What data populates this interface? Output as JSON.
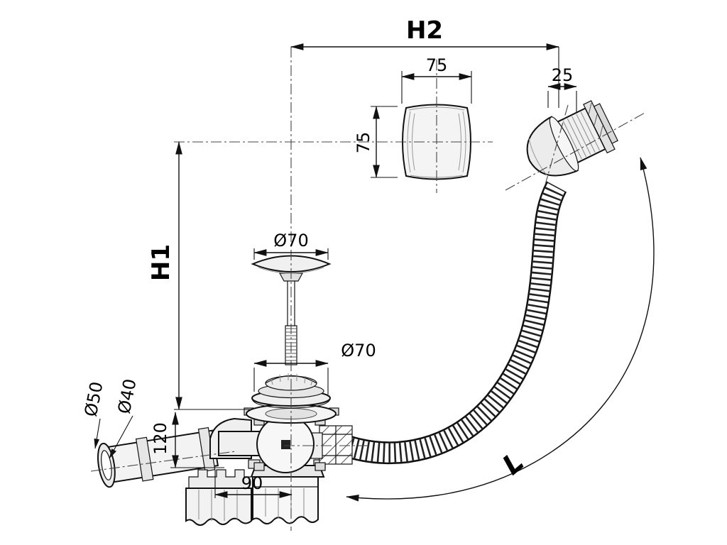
{
  "diagram": {
    "labels": {
      "h2": "H2",
      "h1": "H1",
      "knob_width": "75",
      "knob_height": "75",
      "overflow_cap_width": "25",
      "plug_diameter": "Ø70",
      "grate_diameter": "Ø70",
      "outlet_outer_diameter": "Ø50",
      "outlet_inner_diameter": "Ø40",
      "body_height": "120",
      "outlet_offset": "90",
      "hose_length": "L"
    },
    "colors": {
      "line": "#111111",
      "background": "#ffffff",
      "fill_light": "#f2f2f2",
      "fill_mid": "#e0e0e0"
    }
  }
}
